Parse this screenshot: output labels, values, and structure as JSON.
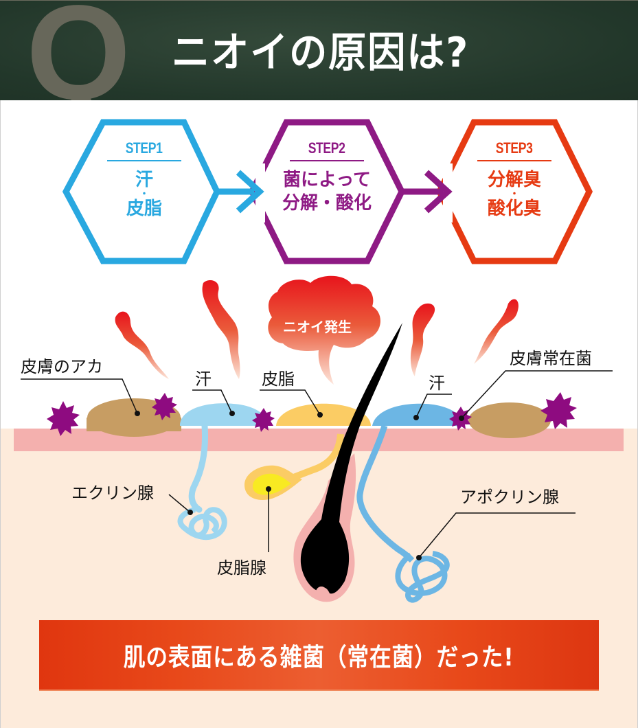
{
  "header": {
    "q_letter": "Q",
    "title": "ニオイの原因は?"
  },
  "colors": {
    "header_bg": "#263b2d",
    "step1": "#29a8e0",
    "step2": "#8e1a84",
    "step3": "#e63a12",
    "skin_band": "#f4b0ae",
    "skin_bg": "#fdebdb",
    "bacteria": "#8e0b80",
    "dirt": "#c79d63",
    "sweat_eccrine": "#9dd6f0",
    "sweat_apocrine": "#6cb6e4",
    "sebum": "#fbcc64",
    "sebum_core": "#f8ea22",
    "banner": "#e8491a"
  },
  "steps": [
    {
      "label": "STEP1",
      "lines": [
        "汗",
        "・",
        "皮脂"
      ]
    },
    {
      "label": "STEP2",
      "lines": [
        "菌によって",
        "分解・酸化"
      ]
    },
    {
      "label": "STEP3",
      "lines": [
        "分解臭",
        "・",
        "酸化臭"
      ]
    }
  ],
  "diagram": {
    "smell_cloud": "ニオイ発生",
    "labels": {
      "dirt": "皮膚のアカ",
      "sweat_left": "汗",
      "sebum": "皮脂",
      "sweat_right": "汗",
      "bacteria": "皮膚常在菌",
      "eccrine": "エクリン腺",
      "sebaceous": "皮脂腺",
      "apocrine": "アポクリン腺"
    }
  },
  "banner": {
    "text": "肌の表面にある雑菌（常在菌）だった!"
  }
}
